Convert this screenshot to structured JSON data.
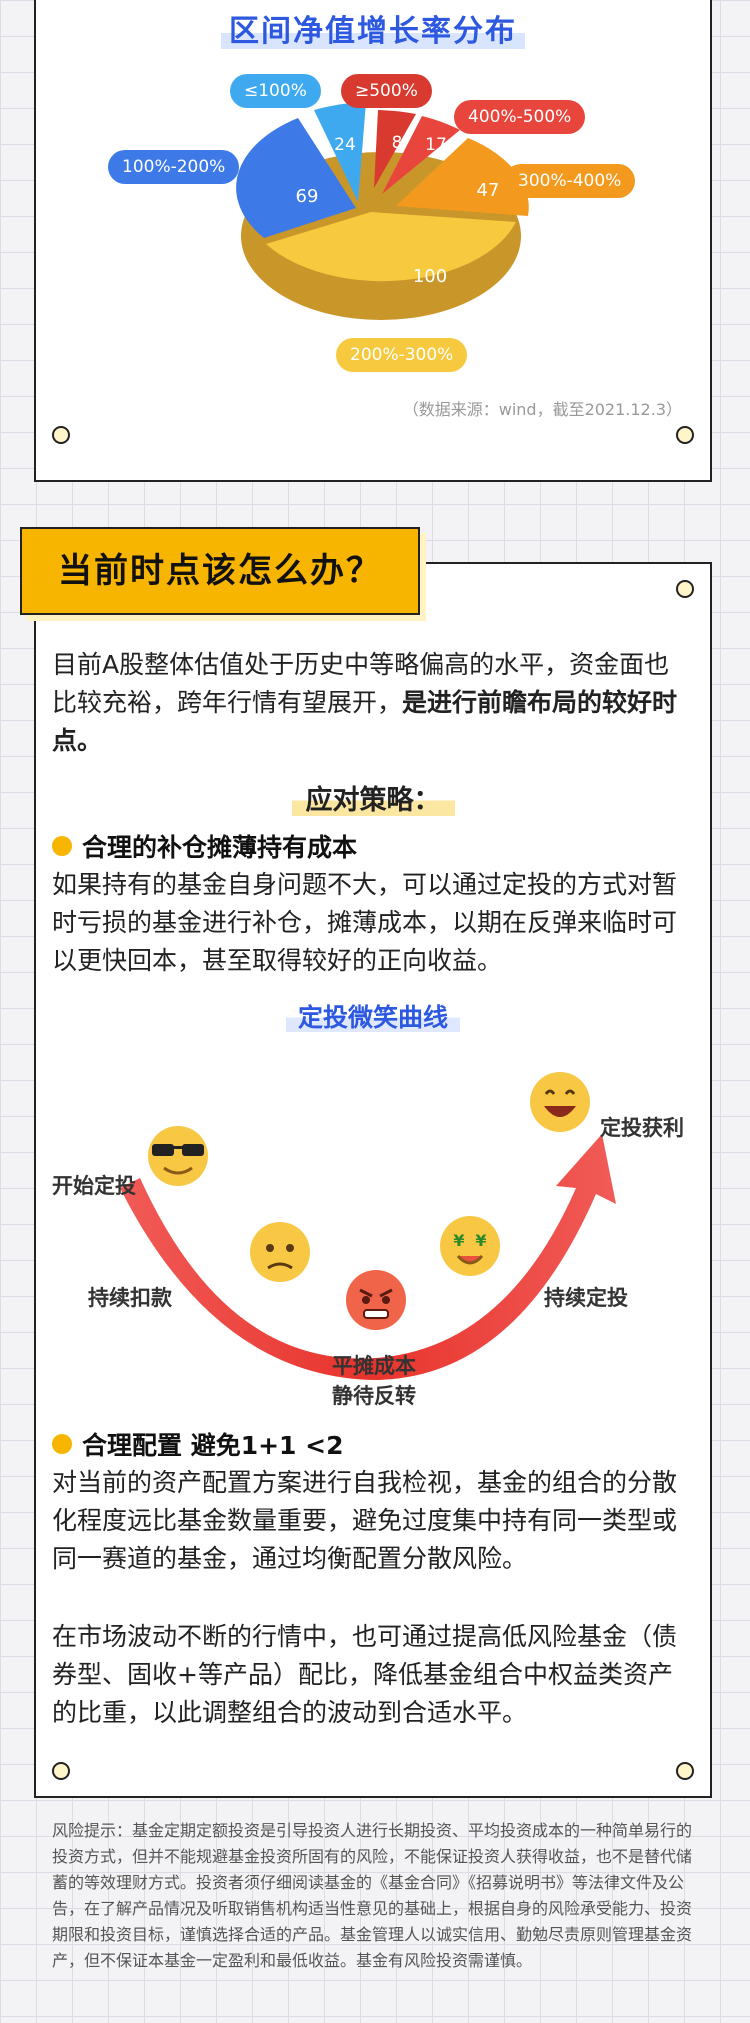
{
  "chart": {
    "title": "区间净值增长率分布",
    "source": "（数据来源：wind，截至2021.12.3）",
    "slices": [
      {
        "label": "≥500%",
        "value": "8",
        "color": "#d93a2f"
      },
      {
        "label": "400%-500%",
        "value": "17",
        "color": "#e8453c"
      },
      {
        "label": "300%-400%",
        "value": "47",
        "color": "#f39a1e"
      },
      {
        "label": "200%-300%",
        "value": "100",
        "color": "#f7c93e"
      },
      {
        "label": "100%-200%",
        "value": "69",
        "color": "#3d7ae8"
      },
      {
        "label": "≤100%",
        "value": "24",
        "color": "#3fa9f0"
      }
    ]
  },
  "chart_data": {
    "type": "pie",
    "title": "区间净值增长率分布",
    "categories": [
      "≥500%",
      "400%-500%",
      "300%-400%",
      "200%-300%",
      "100%-200%",
      "≤100%"
    ],
    "values": [
      8,
      17,
      47,
      100,
      69,
      24
    ]
  },
  "section": {
    "title": "当前时点该怎么办？",
    "intro_normal": "目前A股整体估值处于历史中等略偏高的水平，资金面也比较充裕，跨年行情有望展开，",
    "intro_bold": "是进行前瞻布局的较好时点。",
    "strategy_title": "应对策略：",
    "bullet1_title": "合理的补仓摊薄持有成本",
    "bullet1_text": "如果持有的基金自身问题不大，可以通过定投的方式对暂时亏损的基金进行补仓，摊薄成本，以期在反弹来临时可以更快回本，甚至取得较好的正向收益。",
    "curve_title": "定投微笑曲线",
    "curve_labels": {
      "start": "开始定投",
      "deduct": "持续扣款",
      "bottom1": "平摊成本",
      "bottom2": "静待反转",
      "continue": "持续定投",
      "profit": "定投获利"
    },
    "bullet2_title": "合理配置 避免1+1 <2",
    "bullet2_text": "对当前的资产配置方案进行自我检视，基金的组合的分散化程度远比基金数量重要，避免过度集中持有同一类型或同一赛道的基金，通过均衡配置分散风险。",
    "bullet2_text2": "在市场波动不断的行情中，也可通过提高低风险基金（债券型、固收+等产品）配比，降低基金组合中权益类资产的比重，以此调整组合的波动到合适水平。"
  },
  "disclaimer": "风险提示：基金定期定额投资是引导投资人进行长期投资、平均投资成本的一种简单易行的投资方式，但并不能规避基金投资所固有的风险，不能保证投资人获得收益，也不是替代储蓄的等效理财方式。投资者须仔细阅读基金的《基金合同》《招募说明书》等法律文件及公告，在了解产品情况及听取销售机构适当性意见的基础上，根据自身的风险承受能力、投资期限和投资目标，谨慎选择合适的产品。基金管理人以诚实信用、勤勉尽责原则管理基金资产，但不保证本基金一定盈利和最低收益。基金有风险投资需谨慎。"
}
